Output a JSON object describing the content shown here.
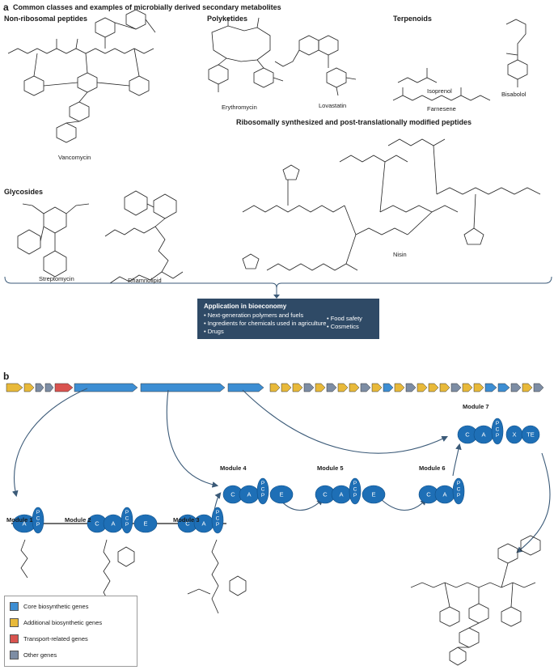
{
  "panel_a": {
    "letter": "a",
    "title": "Common classes and examples of microbially derived secondary metabolites",
    "classes": {
      "nrp": "Non-ribosomal peptides",
      "polyketides": "Polyketides",
      "terpenoids": "Terpenoids",
      "ripps": "Ribosomally synthesized and post-translationally modified peptides",
      "glycosides": "Glycosides"
    },
    "molecules": {
      "vancomycin": "Vancomycin",
      "erythromycin": "Erythromycin",
      "lovastatin": "Lovastatin",
      "isoprenol": "Isoprenol",
      "bisabolol": "Bisabolol",
      "farnesene": "Farnesene",
      "streptomycin": "Streptomycin",
      "rhamnolipid": "Rhamnolipid",
      "nisin": "Nisin"
    },
    "application": {
      "title": "Application in bioeconomy",
      "items_left": [
        "Next-generation polymers and fuels",
        "Ingredients for chemicals used in agriculture",
        "Drugs"
      ],
      "items_right": [
        "Food safety",
        "Cosmetics"
      ]
    }
  },
  "panel_b": {
    "letter": "b",
    "modules": {
      "m1": "Module 1",
      "m2": "Module 2",
      "m3": "Module 3",
      "m4": "Module 4",
      "m5": "Module 5",
      "m6": "Module 6",
      "m7": "Module 7"
    },
    "domains": {
      "A": "A",
      "C": "C",
      "E": "E",
      "X": "X",
      "TE": "TE",
      "PCP": "PCP"
    },
    "legend": [
      {
        "label": "Core biosynthetic genes",
        "color": "#3d8ed3"
      },
      {
        "label": "Additional biosynthetic genes",
        "color": "#e8b93a"
      },
      {
        "label": "Transport-related genes",
        "color": "#d9534f"
      },
      {
        "label": "Other genes",
        "color": "#7d8da4"
      }
    ],
    "colors": {
      "domain": "#1e6fb6",
      "domain_stroke": "#0f4f88",
      "arrow": "#3b5a78"
    }
  }
}
